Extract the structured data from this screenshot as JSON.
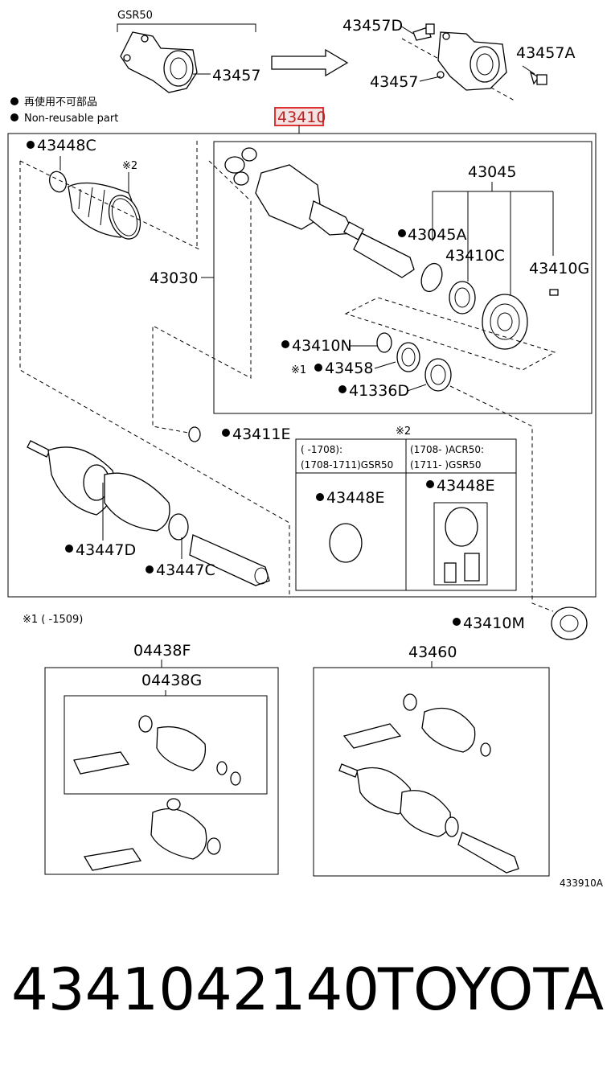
{
  "diagram": {
    "variant_label": "GSR50",
    "legend_items": [
      "再使用不可部品",
      "Non-reusable part"
    ],
    "highlighted_part": "43410",
    "parts": {
      "p43457": "43457",
      "p43457D": "43457D",
      "p43457A": "43457A",
      "p43457b": "43457",
      "p43448C": "43448C",
      "ref2": "※2",
      "p43030": "43030",
      "p43045": "43045",
      "p43045A": "43045A",
      "p43410C": "43410C",
      "p43410G": "43410G",
      "p43410N": "43410N",
      "p43458": "43458",
      "ref1": "※1",
      "p41336D": "41336D",
      "p43411E": "43411E",
      "p43447D": "43447D",
      "p43447C": "43447C",
      "p43410M": "43410M",
      "p04438F": "04438F",
      "p04438G": "04438G",
      "p43460": "43460"
    },
    "inset": {
      "ref": "※2",
      "left_line1": "(        -1708):",
      "left_line2": "(1708-1711)GSR50",
      "right_line1": "(1708-        )ACR50:",
      "right_line2": "(1711-        )GSR50",
      "left_part": "43448E",
      "right_part": "43448E"
    },
    "footnote": "※1 (        -1509)",
    "figure_code": "433910A"
  },
  "footer": {
    "part_number": "4341042140",
    "brand": "TOYOTA"
  }
}
